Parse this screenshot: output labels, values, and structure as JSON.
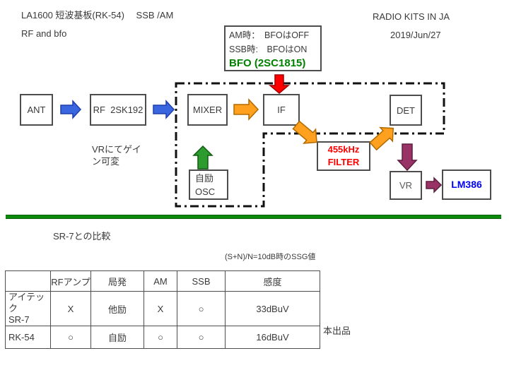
{
  "header": {
    "title": "LA1600 短波基板(RK-54)　 SSB /AM",
    "subtitle": "RF and bfo",
    "brand": "RADIO KITS IN JA",
    "date": "2019/Jun/27"
  },
  "bfo_note": {
    "line_am": "AM時：　BFOはOFF",
    "line_ssb": "SSB時:　BFOはON",
    "title": "BFO (2SC1815)"
  },
  "diagram": {
    "blocks": {
      "ant": "ANT",
      "rf": "RF  2SK192",
      "mixer": "MIXER",
      "if": "IF",
      "det": "DET",
      "filter": "455kHz\nFILTER",
      "vr": "VR",
      "lm386": "LM386",
      "osc": "自励\nOSC"
    },
    "vr_note": "VRにてゲイ\nン可変",
    "arrows": [
      "ant-to-rf",
      "rf-to-mixer",
      "mixer-to-if",
      "bfo-to-if",
      "if-to-filter",
      "filter-to-det",
      "det-to-vr",
      "vr-to-lm386",
      "osc-to-mixer"
    ]
  },
  "comparison": {
    "section_title": "SR-7との比較",
    "note": "(S+N)/N=10dB時のSSG値",
    "table": {
      "headers": [
        "",
        "RFアンプ",
        "局発",
        "AM",
        "SSB",
        "感度"
      ],
      "rows": [
        {
          "name": "アイテック\nSR-7",
          "rf_amp": "X",
          "osc": "他励",
          "am": "X",
          "ssb": "○",
          "sensitivity": "33dBuV"
        },
        {
          "name": "RK-54",
          "rf_amp": "○",
          "osc": "自励",
          "am": "○",
          "ssb": "○",
          "sensitivity": "16dBuV"
        }
      ]
    },
    "side_label": "本出品"
  },
  "colors": {
    "blue_arrow": "#3a66e0",
    "orange_arrow": "#ffa01e",
    "red_arrow": "#ff0000",
    "green_arrow": "#2d9b2d",
    "purple_arrow": "#993366",
    "bfo_green": "#008000",
    "filter_red": "#ff0000",
    "lm386_blue": "#0000ff",
    "divider_green": "#0b8a0b"
  }
}
